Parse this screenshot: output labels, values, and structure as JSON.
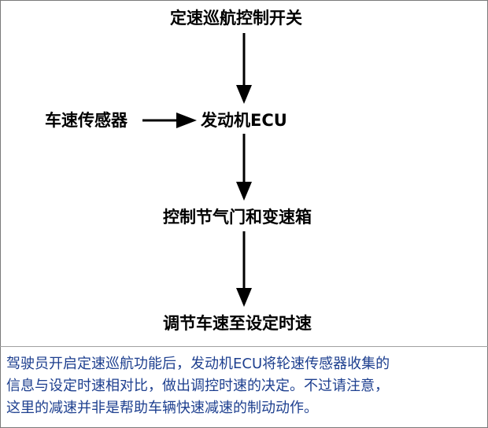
{
  "diagram": {
    "nodes": {
      "cruise_switch": "定速巡航控制开关",
      "speed_sensor": "车速传感器",
      "engine_ecu": "发动机ECU",
      "throttle_transmission": "控制节气门和变速箱",
      "adjust_speed": "调节车速至设定时速"
    },
    "edges": [
      {
        "from": "cruise_switch",
        "to": "engine_ecu"
      },
      {
        "from": "speed_sensor",
        "to": "engine_ecu"
      },
      {
        "from": "engine_ecu",
        "to": "throttle_transmission"
      },
      {
        "from": "throttle_transmission",
        "to": "adjust_speed"
      }
    ]
  },
  "caption": {
    "lines": [
      "驾驶员开启定速巡航功能后，发动机ECU将轮速传感器收集的",
      "信息与设定时速相对比，做出调控时速的决定。不过请注意，",
      "这里的减速并非是帮助车辆快速减速的制动动作。"
    ]
  },
  "colors": {
    "text": "#000000",
    "caption_text": "#1d3f8f",
    "arrow": "#000000",
    "border": "#7a7a7a"
  }
}
